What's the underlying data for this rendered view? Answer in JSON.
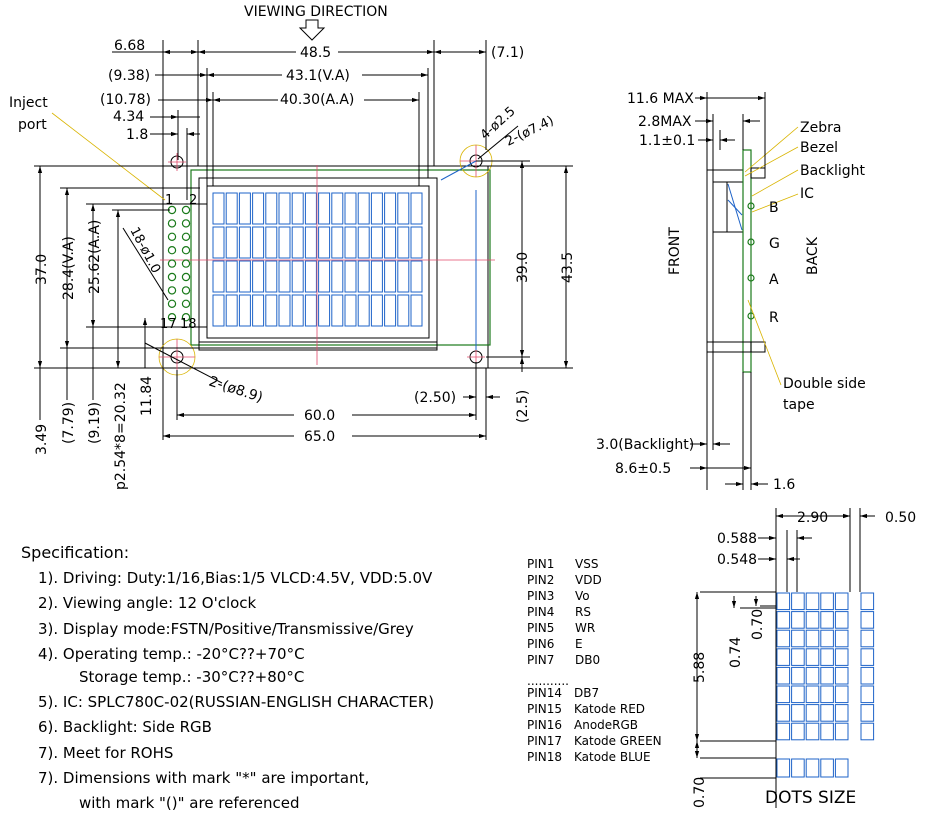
{
  "viewing_direction": "VIEWING DIRECTION",
  "front_view": {
    "top_dims": {
      "d1": "6.68",
      "d2": "48.5",
      "d3": "(7.1)",
      "d4": "(9.38)",
      "d5": "43.1(V.A)",
      "d6": "(10.78)",
      "d7": "40.30(A.A)",
      "d8": "4.34",
      "d9": "1.8"
    },
    "inject_port": [
      "Inject",
      "port"
    ],
    "hole_small": "4-ø2.5",
    "hole_large": "2-(ø7.4)",
    "pin_one": "1",
    "pin_two": "2",
    "pin_17": "17",
    "pin_18": "18",
    "pin_holes": "18-ø1.0",
    "mount_holes": "2-(ø8.9)",
    "left_dims": {
      "h1": "37.0",
      "h2": "28.4(V.A)",
      "h3": "25.62(A.A)",
      "h4": "3.49",
      "h5": "(7.79)",
      "h6": "(9.19)",
      "h7": "p2.54*8=20.32",
      "h8": "11.84"
    },
    "right_dims": {
      "r1": "39.0",
      "r2": "43.5",
      "r3": "(2.5)",
      "r4": "(2.50)"
    },
    "bottom_dims": {
      "b1": "60.0",
      "b2": "65.0"
    }
  },
  "side_view": {
    "dims": {
      "s1": "11.6 MAX",
      "s2": "2.8MAX",
      "s3": "1.1±0.1",
      "s4": "3.0(Backlight)",
      "s5": "8.6±0.5",
      "s6": "1.6"
    },
    "labels": {
      "zebra": "Zebra",
      "bezel": "Bezel",
      "backlight": "Backlight",
      "ic": "IC",
      "front": "FRONT",
      "back": "BACK",
      "b": "B",
      "g": "G",
      "a": "A",
      "r": "R",
      "tape1": "Double side",
      "tape2": "tape"
    }
  },
  "dots": {
    "title": "DOTS SIZE",
    "dims": {
      "d1": "2.90",
      "d2": "0.50",
      "d3": "0.588",
      "d4": "0.548",
      "d5": "5.88",
      "d6": "0.74",
      "d7": "0.70",
      "d8": "0.70"
    }
  },
  "pins": {
    "top": [
      {
        "pin": "PIN1",
        "sig": "VSS"
      },
      {
        "pin": "PIN2",
        "sig": "VDD"
      },
      {
        "pin": "PIN3",
        "sig": "Vo"
      },
      {
        "pin": "PIN4",
        "sig": "RS"
      },
      {
        "pin": "PIN5",
        "sig": "WR"
      },
      {
        "pin": "PIN6",
        "sig": "E"
      },
      {
        "pin": "PIN7",
        "sig": "DB0"
      }
    ],
    "dots": "...........",
    "bottom": [
      {
        "pin": "PIN14",
        "sig": "DB7"
      },
      {
        "pin": "PIN15",
        "sig": "Katode RED"
      },
      {
        "pin": "PIN16",
        "sig": "AnodeRGB"
      },
      {
        "pin": "PIN17",
        "sig": "Katode GREEN"
      },
      {
        "pin": "PIN18",
        "sig": "Katode BLUE"
      }
    ]
  },
  "spec": {
    "title": "Specification:",
    "lines": [
      "1). Driving: Duty:1/16,Bias:1/5 VLCD:4.5V, VDD:5.0V",
      "2). Viewing angle: 12 O'clock",
      "3). Display mode:FSTN/Positive/Transmissive/Grey",
      "4). Operating temp.: -20°C??+70°C",
      "Storage temp.: -30°C??+80°C",
      "5). IC: SPLC780C-02(RUSSIAN-ENGLISH CHARACTER)",
      "6). Backlight: Side RGB",
      "7). Meet for ROHS",
      "7). Dimensions with mark \"*\" are important,",
      "with mark \"()\" are referenced"
    ]
  }
}
